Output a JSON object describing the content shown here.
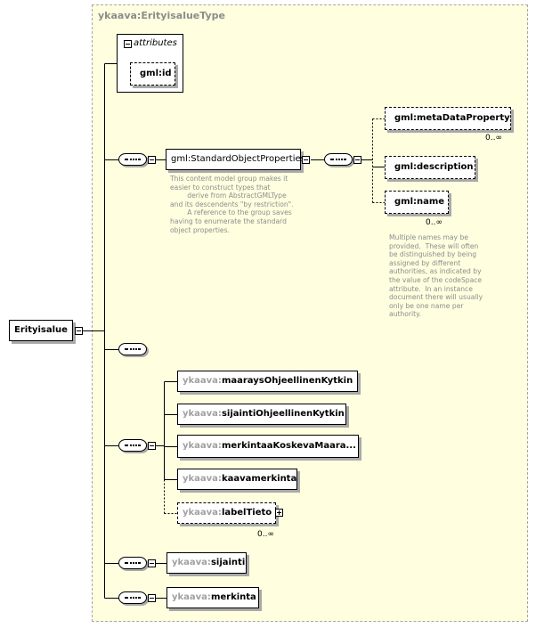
{
  "type_name": "ykaava:ErityisalueType",
  "root_element": "Erityisalue",
  "attributes": {
    "label": "attributes",
    "items": [
      "gml:id"
    ]
  },
  "group": {
    "name": "gml:StandardObjectProperties",
    "doc": "This content model group makes it\neasier to construct types that\n        derive from AbstractGMLType\nand its descendents \"by restriction\".\n        A reference to the group saves\nhaving to enumerate the standard\nobject properties.",
    "children": [
      {
        "name": "gml:metaDataProperty",
        "occurs": "0..∞"
      },
      {
        "name": "gml:description",
        "occurs": ""
      },
      {
        "name": "gml:name",
        "occurs": "0..∞"
      }
    ],
    "name_doc": "Multiple names may be\nprovided.  These will often\nbe distinguished by being\nassigned by different\nauthorities, as indicated by\nthe value of the codeSpace\nattribute.  In an instance\ndocument there will usually\nonly be one name per\nauthority."
  },
  "choice_elements": [
    {
      "prefix": "ykaava:",
      "local": "maaraysOhjeellinenKytkin",
      "occurs": ""
    },
    {
      "prefix": "ykaava:",
      "local": "sijaintiOhjeellinenKytkin",
      "occurs": ""
    },
    {
      "prefix": "ykaava:",
      "local": "merkintaaKoskevaMaara...",
      "occurs": ""
    },
    {
      "prefix": "ykaava:",
      "local": "kaavamerkinta",
      "occurs": ""
    },
    {
      "prefix": "ykaava:",
      "local": "labelTieto",
      "occurs": "0..∞"
    }
  ],
  "bottom_elements": [
    {
      "prefix": "ykaava:",
      "local": "sijainti"
    },
    {
      "prefix": "ykaava:",
      "local": "merkinta"
    }
  ]
}
